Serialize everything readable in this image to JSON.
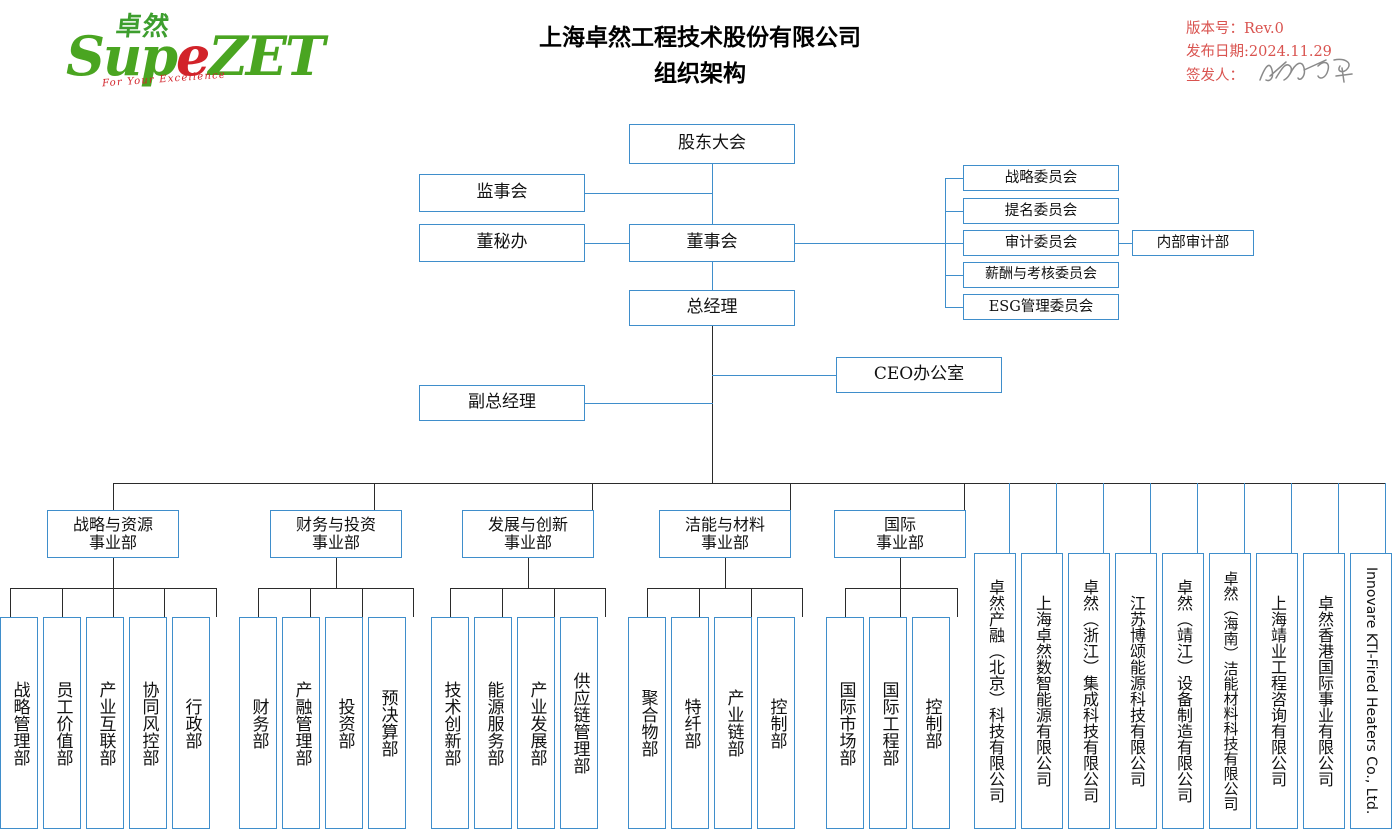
{
  "brand": {
    "logo_cn": "卓然",
    "logo_sup": "Sup",
    "logo_e": "e",
    "logo_zet": "ZET",
    "tagline": "For Your Excellence"
  },
  "header": {
    "company": "上海卓然工程技术股份有限公司",
    "doc_title": "组织架构"
  },
  "meta": {
    "version_label": "版本号：",
    "version_value": "Rev.0",
    "date_label": "发布日期:",
    "date_value": "2024.11.29",
    "issuer_label": "签发人：",
    "issuer_signature": "signature"
  },
  "governance": {
    "shareholders": "股东大会",
    "supervisory_board": "监事会",
    "board_secretary_office": "董秘办",
    "board_of_directors": "董事会",
    "general_manager": "总经理",
    "deputy_general_manager": "副总经理",
    "ceo_office": "CEO办公室",
    "internal_audit": "内部审计部"
  },
  "committees": [
    "战略委员会",
    "提名委员会",
    "审计委员会",
    "薪酬与考核委员会",
    "ESG管理委员会"
  ],
  "business_units": [
    {
      "name_line1": "战略与资源",
      "name_line2": "事业部",
      "departments": [
        "战略管理部",
        "员工价值部",
        "产业互联部",
        "协同风控部",
        "行政部"
      ]
    },
    {
      "name_line1": "财务与投资",
      "name_line2": "事业部",
      "departments": [
        "财务部",
        "产融管理部",
        "投资部",
        "预决算部"
      ]
    },
    {
      "name_line1": "发展与创新",
      "name_line2": "事业部",
      "departments": [
        "技术创新部",
        "能源服务部",
        "产业发展部",
        "供应链管理部"
      ]
    },
    {
      "name_line1": "洁能与材料",
      "name_line2": "事业部",
      "departments": [
        "聚合物部",
        "特纤部",
        "产业链部",
        "控制部"
      ]
    },
    {
      "name_line1": "国际",
      "name_line2": "事业部",
      "departments": [
        "国际市场部",
        "国际工程部",
        "控制部"
      ]
    }
  ],
  "subsidiaries": [
    "卓然产融（北京）科技有限公司",
    "上海卓然数智能源有限公司",
    "卓然（浙江）集成科技有限公司",
    "江苏博颂能源科技有限公司",
    "卓然（靖江）设备制造有限公司",
    "卓然（海南）洁能材料科技有限公司",
    "上海靖业工程咨询有限公司",
    "卓然香港国际事业有限公司",
    "Innovare KTI-Fired Heaters Co., Ltd."
  ],
  "colors": {
    "box_border": "#3f8ecb",
    "connector_blue": "#3f8ecb",
    "connector_dark": "#2b2b2b",
    "meta_red": "#d9534f",
    "logo_green": "#4aa521",
    "logo_red": "#d2232a"
  }
}
